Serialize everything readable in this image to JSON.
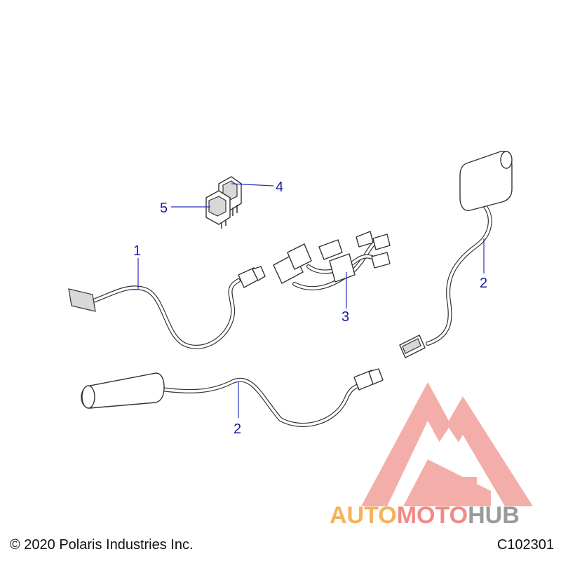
{
  "callouts": {
    "c1": "1",
    "c2a": "2",
    "c2b": "2",
    "c3": "3",
    "c4": "4",
    "c5": "5"
  },
  "footer": {
    "copyright": "© 2020 Polaris Industries Inc.",
    "drawing_id": "C102301"
  },
  "watermark": {
    "part1": "AUTO",
    "part2": "MOTO",
    "part3": "HUB"
  },
  "colors": {
    "callout": "#1a1aa6",
    "watermark_red": "#f08a86",
    "watermark_orange": "#f6b25b",
    "watermark_grey": "#9a9a9a"
  }
}
